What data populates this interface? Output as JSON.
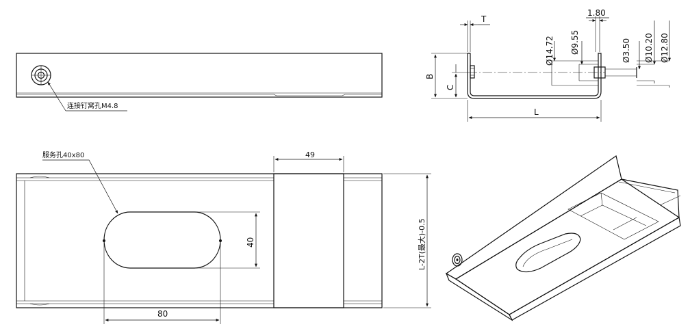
{
  "labels": {
    "screw_hole": "连接钉窝孔M4.8",
    "service_hole": "服务孔40x80",
    "dim_49": "49",
    "dim_40": "40",
    "dim_80": "80",
    "dim_height": "L-2T(最大)-0.5",
    "dim_T": "T",
    "dim_1_80": "1.80",
    "dim_B": "B",
    "dim_C": "C",
    "dim_L": "L",
    "dia_14_72": "Ø14.72",
    "dia_9_55": "Ø9.55",
    "dia_3_50": "Ø3.50",
    "dia_10_20": "Ø10.20",
    "dia_12_80": "Ø12.80"
  },
  "colors": {
    "line": "#111111",
    "background": "#ffffff"
  }
}
